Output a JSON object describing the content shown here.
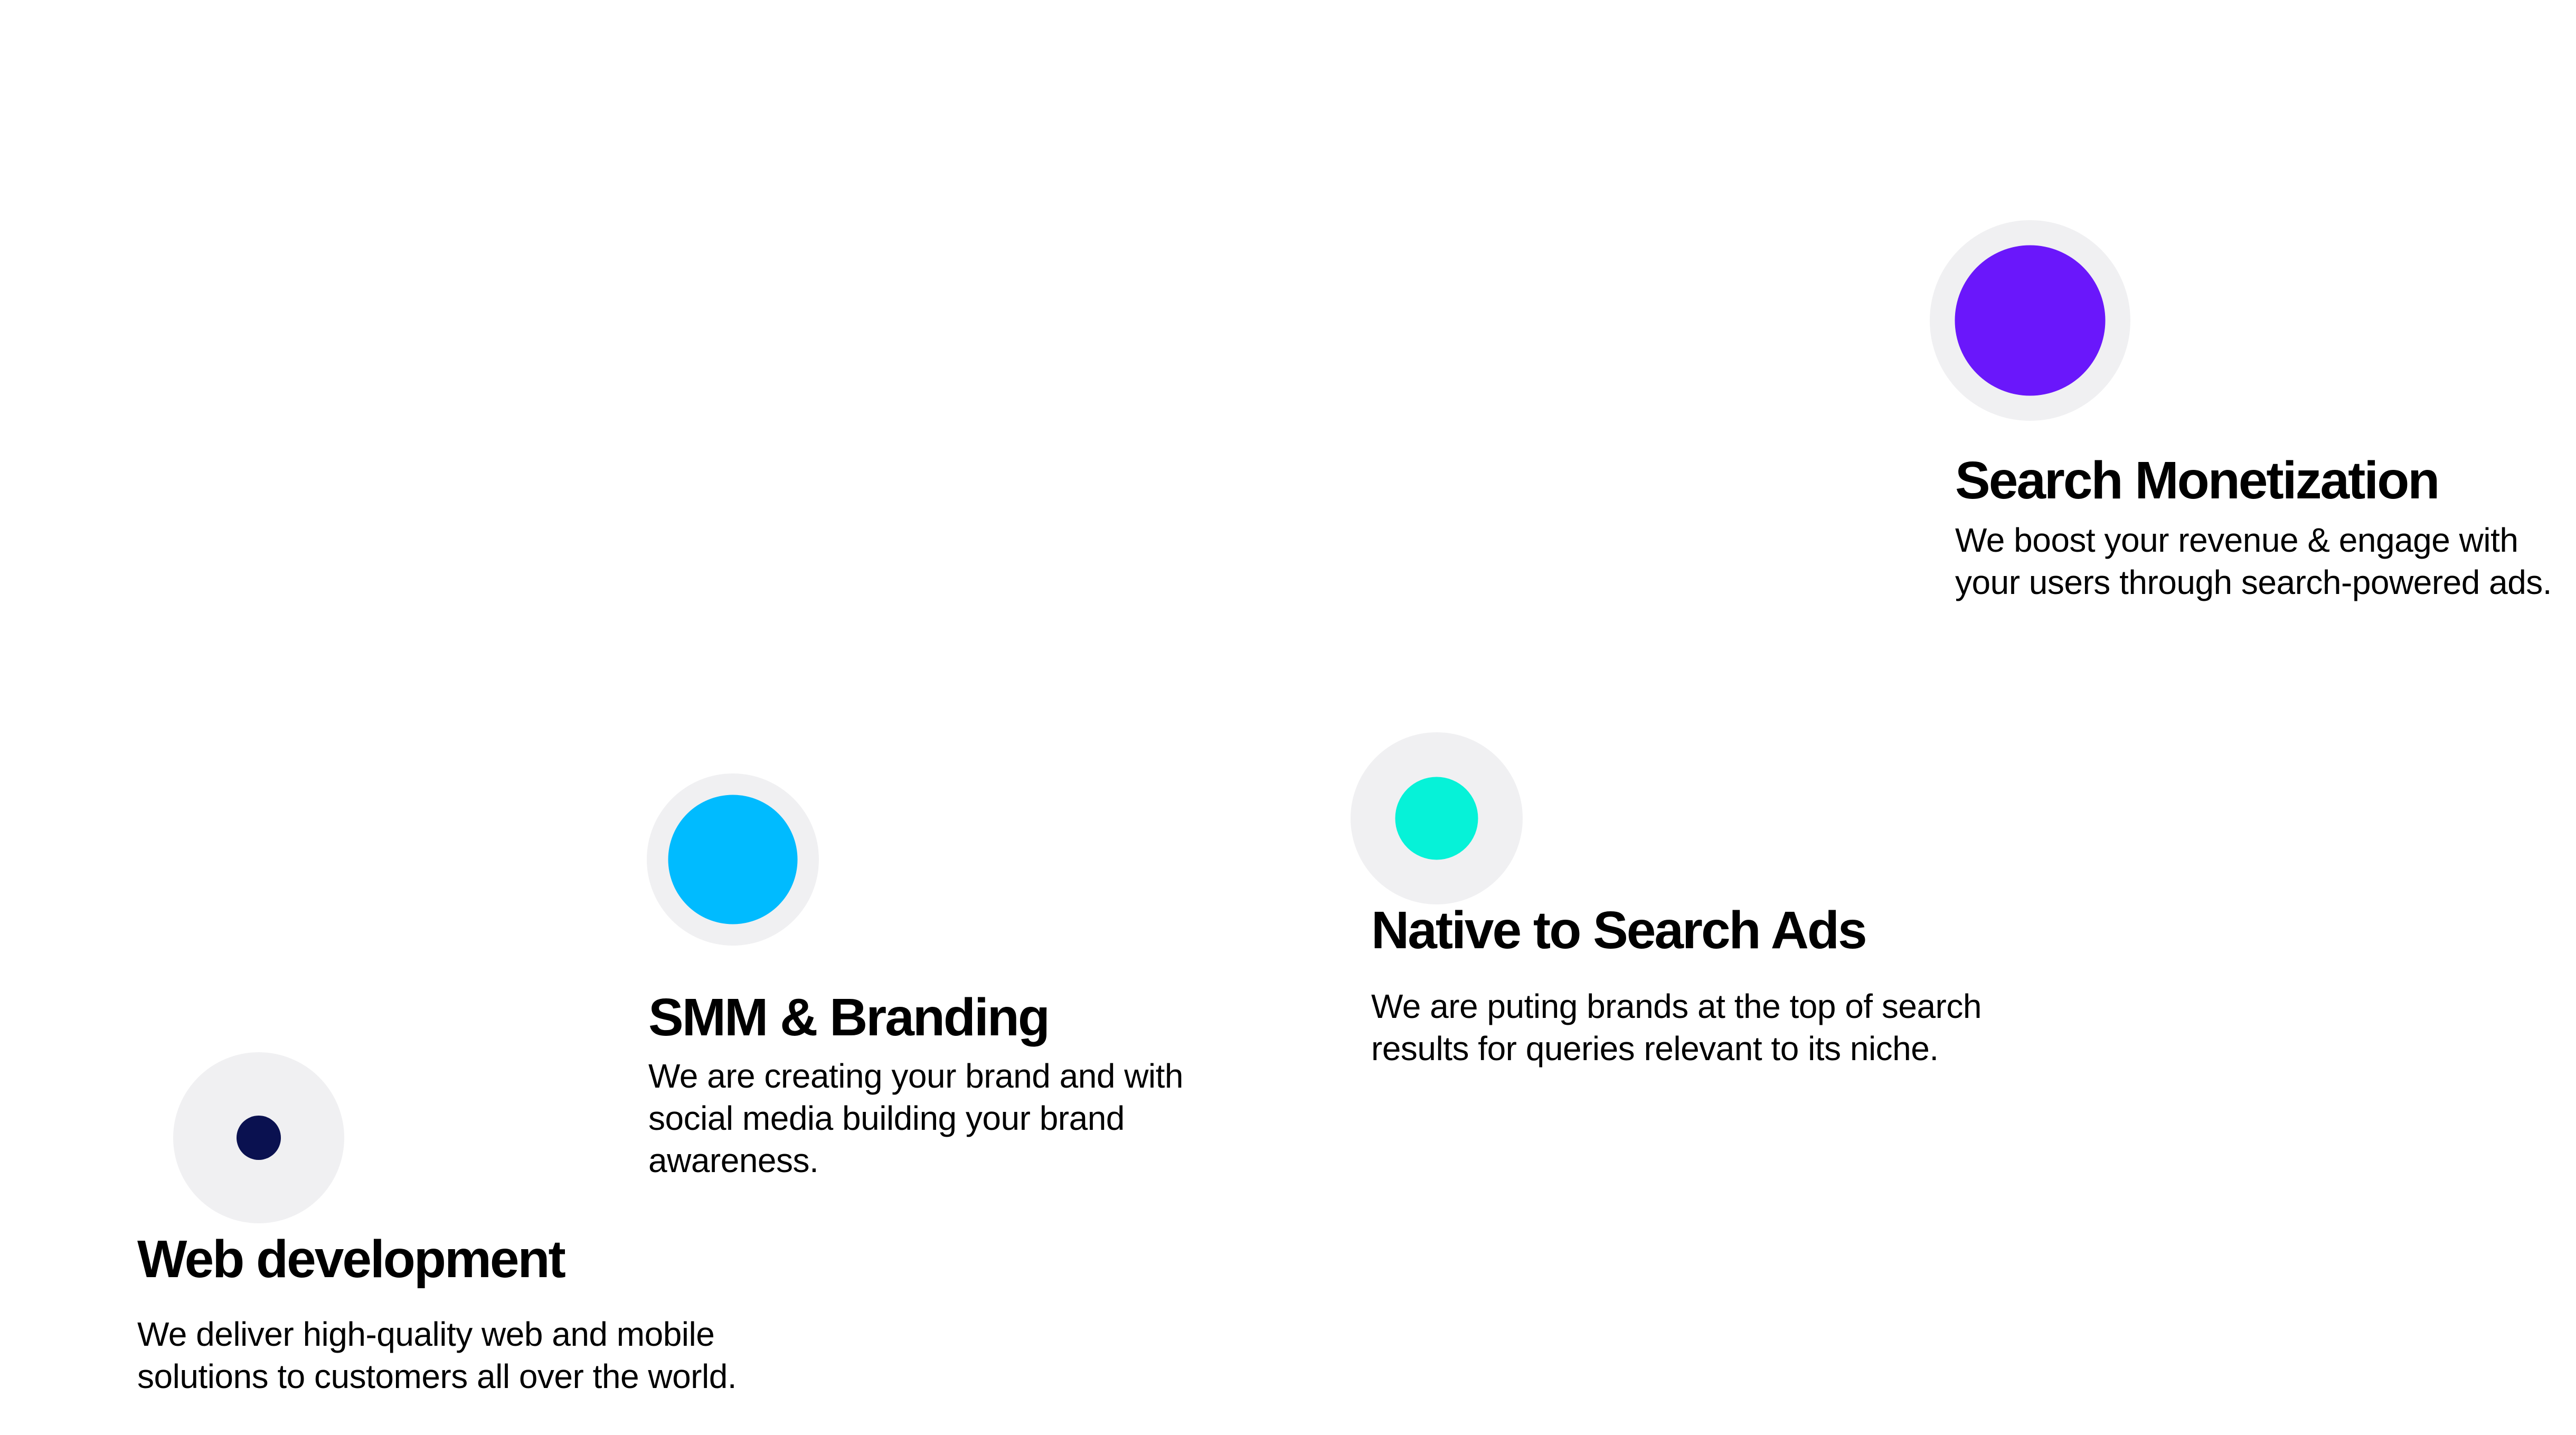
{
  "services": [
    {
      "id": "web",
      "title": "Web development",
      "description": "We deliver high-quality web and mobile solutions to customers all over the world.",
      "icon": "dot-icon",
      "dot_color": "#0a1150",
      "ring_color": "#f0f0f2"
    },
    {
      "id": "smm",
      "title": "SMM & Branding",
      "description": "We are creating your brand and with social media building your brand awareness.",
      "icon": "dot-icon",
      "dot_color": "#00bbff",
      "ring_color": "#f0f0f2"
    },
    {
      "id": "native",
      "title": "Native to Search Ads",
      "description": "We are puting brands at the top of search results for queries relevant to its niche.",
      "icon": "dot-icon",
      "dot_color": "#06f2d8",
      "ring_color": "#f0f0f2"
    },
    {
      "id": "search",
      "title": "Search Monetization",
      "description": "We boost your revenue & engage with your users through search-powered ads.",
      "icon": "dot-icon",
      "dot_color": "#6a17fb",
      "ring_color": "#f0f0f2"
    }
  ]
}
